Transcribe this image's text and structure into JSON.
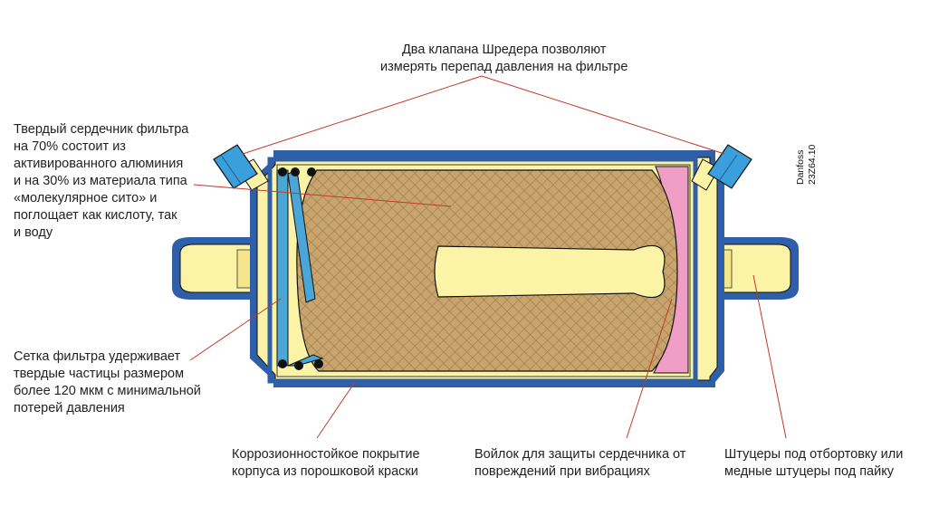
{
  "labels": {
    "schrader_valves": "Два клапана Шредера позволяют\nизмерять перепад давления на фильтре",
    "core": "Твердый сердечник фильтра\nна 70% состоит из\nактивированного алюминия\nи на 30% из материала типа\n«молекулярное сито» и\nпоглощает как кислоту, так\nи воду",
    "mesh": "Сетка фильтра удерживает\nтвердые частицы размером\nболее 120 мкм  с минимальной\nпотерей давления",
    "coating": "Коррозионностойкое покрытие\nкорпуса из порошковой краски",
    "felt": "Войлок для защиты сердечника от\nповреждений при вибрациях",
    "fittings": "Штуцеры под отбортовку или\nмедные штуцеры под пайку"
  },
  "brand": {
    "name": "Danfoss",
    "code": "23Z64.10"
  },
  "colors": {
    "shell": "#2f5fa8",
    "body_fill": "#fbf3a6",
    "core_fill": "#c9a56e",
    "core_hatch": "#a27f4c",
    "felt": "#f09ec6",
    "mesh": "#4aa6d6",
    "valve": "#3b9fdc",
    "leader": "#c0392b"
  }
}
